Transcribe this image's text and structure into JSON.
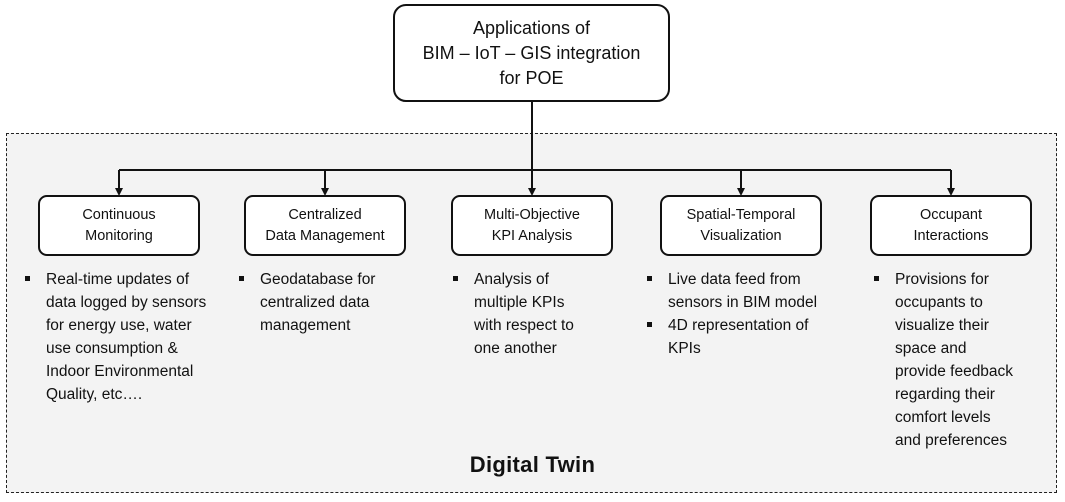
{
  "top_box": {
    "lines": [
      "Applications of",
      "BIM – IoT – GIS integration",
      "for POE"
    ]
  },
  "categories": [
    {
      "title_lines": [
        "Continuous",
        "Monitoring"
      ],
      "bullets": [
        [
          "Real-time updates of",
          "data logged by sensors",
          "for energy use, water",
          "use consumption &",
          "Indoor Environmental",
          "Quality, etc…."
        ]
      ]
    },
    {
      "title_lines": [
        "Centralized",
        "Data Management"
      ],
      "bullets": [
        [
          "Geodatabase for",
          "centralized data",
          "management"
        ]
      ]
    },
    {
      "title_lines": [
        "Multi-Objective",
        "KPI Analysis"
      ],
      "bullets": [
        [
          "Analysis of",
          "multiple KPIs",
          "with respect to",
          "one another"
        ]
      ]
    },
    {
      "title_lines": [
        "Spatial-Temporal",
        "Visualization"
      ],
      "bullets": [
        [
          "Live data feed from",
          "sensors in BIM model"
        ],
        [
          "4D representation of",
          "KPIs"
        ]
      ]
    },
    {
      "title_lines": [
        "Occupant",
        "Interactions"
      ],
      "bullets": [
        [
          "Provisions for",
          "occupants to",
          "visualize their",
          "space and",
          "provide feedback",
          "regarding their",
          "comfort levels",
          "and preferences"
        ]
      ]
    }
  ],
  "footer": {
    "label": "Digital Twin"
  }
}
